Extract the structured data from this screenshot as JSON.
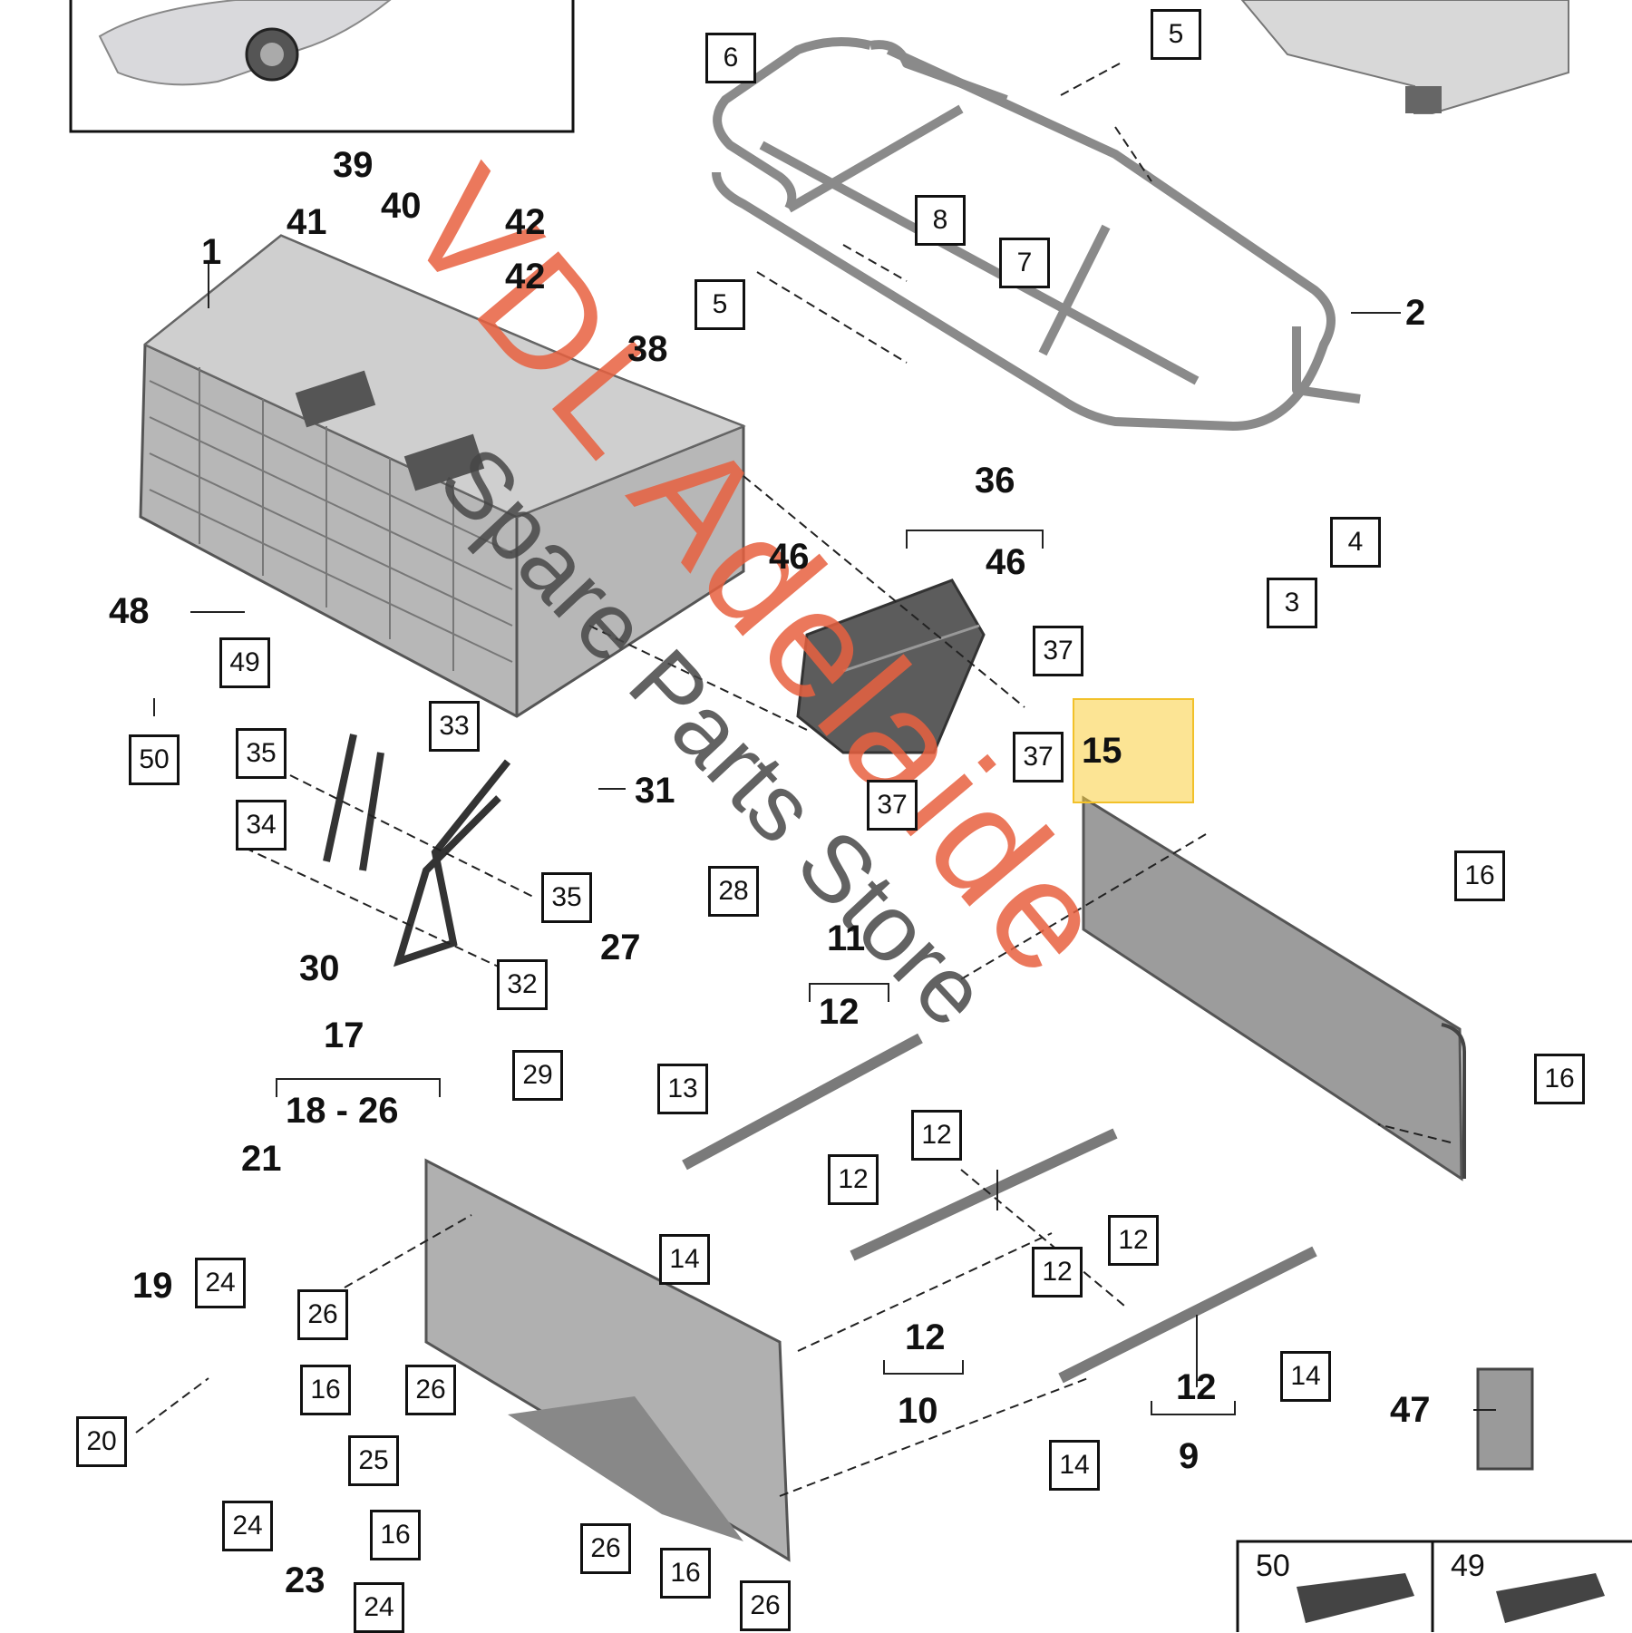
{
  "diagram": {
    "watermark": {
      "line1": "VDL Adelaide",
      "line2": "Spare Parts Store"
    },
    "highlighted_part": "15",
    "boxed_callouts": [
      "6",
      "5",
      "8",
      "7",
      "5",
      "4",
      "3",
      "49",
      "50",
      "35",
      "34",
      "33",
      "37",
      "37",
      "37",
      "35",
      "32",
      "28",
      "29",
      "16",
      "16",
      "13",
      "12",
      "12",
      "12",
      "14",
      "12",
      "14",
      "14",
      "14",
      "24",
      "26",
      "16",
      "26",
      "20",
      "25",
      "24",
      "16",
      "26",
      "16",
      "26",
      "24"
    ],
    "plain_callouts": [
      "39",
      "41",
      "40",
      "42",
      "42",
      "1",
      "38",
      "2",
      "36",
      "46",
      "46",
      "48",
      "31",
      "30",
      "27",
      "11",
      "12",
      "15",
      "17",
      "18 - 26",
      "21",
      "19",
      "12",
      "10",
      "12",
      "9",
      "47",
      "23"
    ],
    "inset": {
      "labels": [
        "50",
        "49"
      ]
    }
  },
  "colors": {
    "callout_border": "#111111",
    "highlight": "#f5c842",
    "watermark_primary": "#e86040",
    "watermark_secondary": "#464646"
  }
}
